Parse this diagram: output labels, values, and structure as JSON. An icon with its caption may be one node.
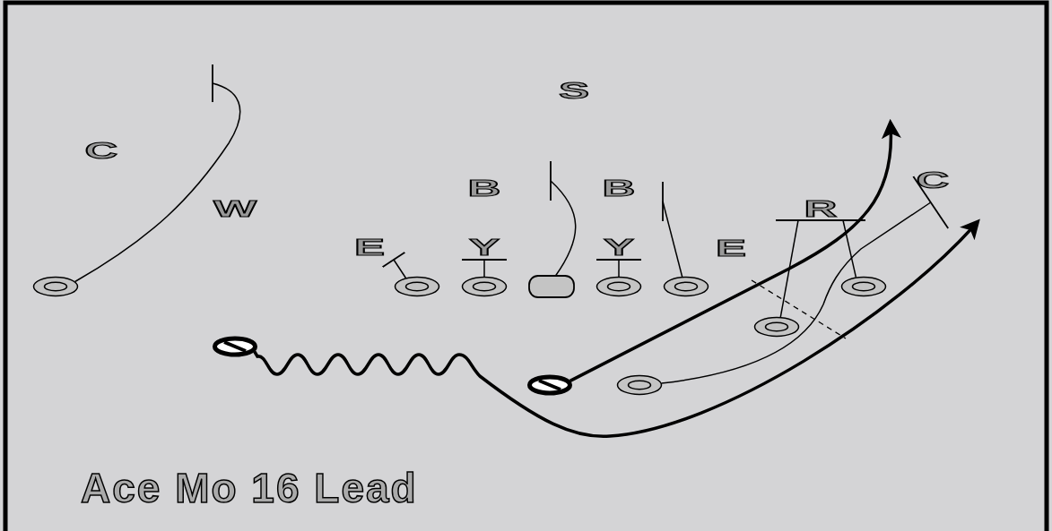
{
  "diagram": {
    "title": "Ace Mo 16 Lead",
    "nodes": [
      {
        "text": [
          "C"
        ]
      },
      {
        "text": [
          "R"
        ]
      },
      {
        "text": [
          "E"
        ]
      },
      {
        "text": [
          "Y"
        ]
      },
      {
        "text": [
          "Y"
        ]
      },
      {
        "text": [],
        "shape": "circle"
      },
      {
        "text": [],
        "shape": "circle"
      },
      {
        "text": [],
        "shape": "circle"
      },
      {
        "text": [],
        "shape": "box"
      },
      {
        "text": [],
        "shape": "circle"
      },
      {
        "text": [],
        "shape": "circle"
      },
      {
        "text": [],
        "shape": "circle"
      },
      {
        "text": [],
        "shape": "circle"
      },
      {
        "text": [],
        "shape": "disc"
      },
      {
        "text": [],
        "shape": "disc"
      },
      {
        "text": [],
        "shape": "circle"
      }
    ],
    "edges": [
      {
        "from": 5,
        "to": null,
        "arrow": "other"
      },
      {
        "from": 6,
        "to": 2,
        "arrow": "other"
      },
      {
        "from": 7,
        "to": 3,
        "arrow": "other"
      },
      {
        "from": 8,
        "to": null,
        "arrow": "other"
      },
      {
        "from": 9,
        "to": 4,
        "arrow": "other"
      },
      {
        "from": 10,
        "to": null,
        "arrow": "other"
      },
      {
        "from": 12,
        "to": 1,
        "arrow": "other"
      },
      {
        "from": 11,
        "to": 1,
        "arrow": "other"
      },
      {
        "from": 15,
        "to": 0,
        "arrow": "other"
      },
      {
        "from": 14,
        "to": null,
        "arrow": "to",
        "style": "thick"
      },
      {
        "from": 13,
        "to": null,
        "arrow": "to",
        "style": "thick"
      }
    ],
    "labels": [
      "S",
      "C",
      "B",
      "B",
      "W",
      "E"
    ]
  }
}
